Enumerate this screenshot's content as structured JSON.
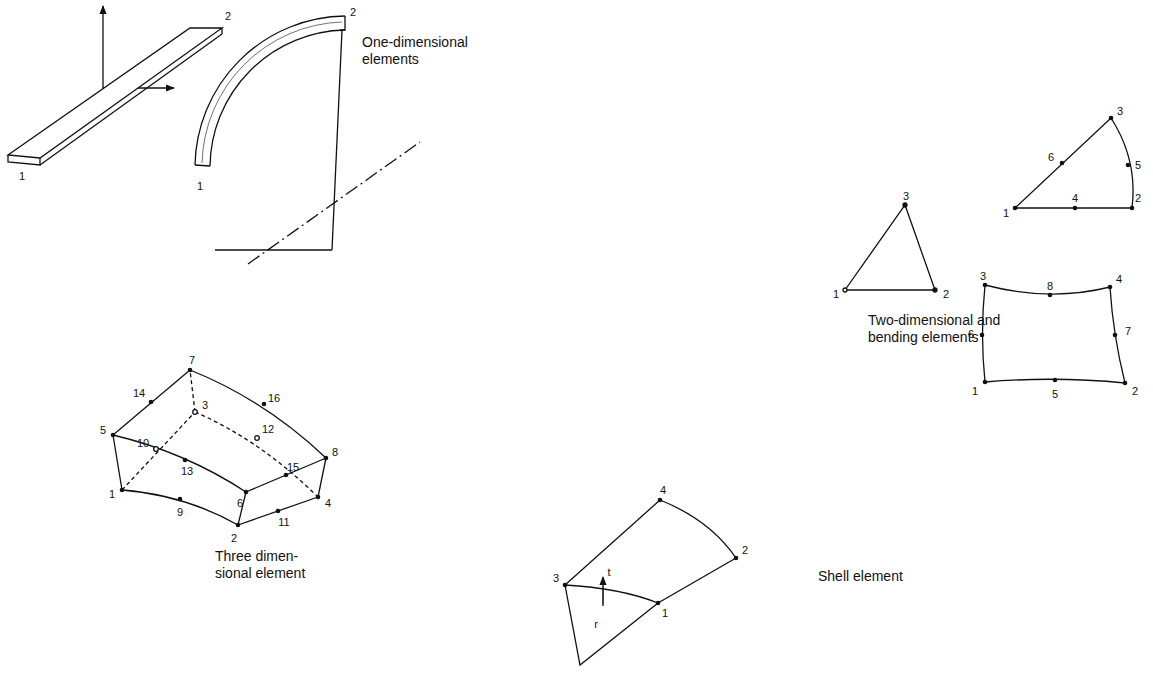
{
  "diagram": {
    "labels": [
      "2",
      "1",
      "2",
      "1",
      "One-dimensional elements",
      "3",
      "6",
      "5",
      "1",
      "4",
      "2",
      "3",
      "1",
      "2",
      "3",
      "8",
      "4",
      "6",
      "7",
      "1",
      "5",
      "2",
      "Two-dimensional and bending elements",
      "7",
      "14",
      "16",
      "5",
      "3",
      "10",
      "12",
      "13",
      "6",
      "15",
      "8",
      "1",
      "9",
      "2",
      "11",
      "4",
      "Three dimen- sional element",
      "4",
      "2",
      "3",
      "t",
      "1",
      "r",
      "Shell element"
    ]
  }
}
